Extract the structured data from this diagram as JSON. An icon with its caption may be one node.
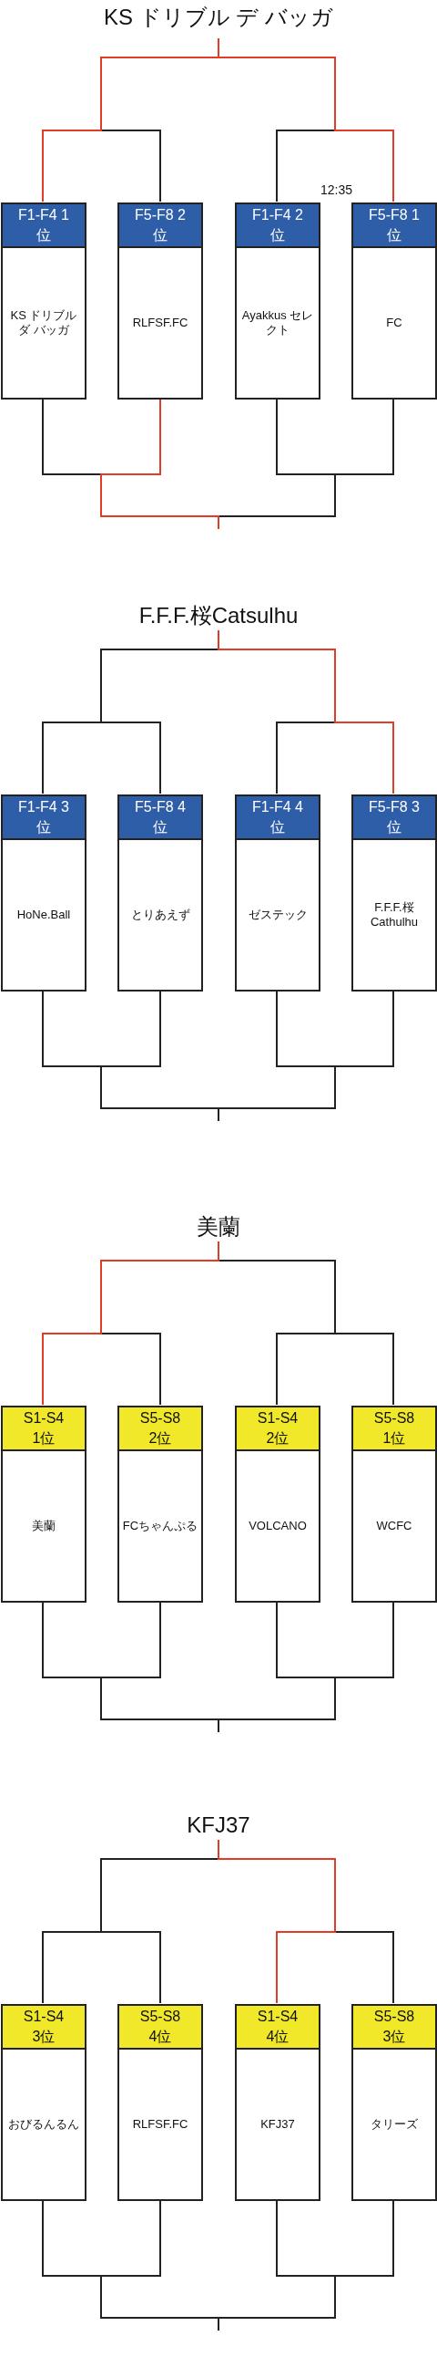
{
  "diagram": {
    "nodes": [
      {
        "text": [
          "KS ドリブル デ バッガ"
        ]
      },
      {
        "text": [
          "F1-F4 1位",
          "KS ドリブルダ バッガ"
        ]
      },
      {
        "text": [
          "F5-F8 2位",
          "RLFSF.FC"
        ]
      },
      {
        "text": [
          "F1-F4 2位",
          "Ayakkus セレクト"
        ]
      },
      {
        "text": [
          "F5-F8 1位",
          "FC"
        ]
      },
      {
        "text": [
          "F.F.F.桜Catsulhu"
        ]
      },
      {
        "text": [
          "F1-F4 3位",
          "HoNe.Ball"
        ]
      },
      {
        "text": [
          "F5-F8 4位",
          "とりあえず"
        ]
      },
      {
        "text": [
          "F1-F4 4位",
          "ゼステック"
        ]
      },
      {
        "text": [
          "F5-F8 3位",
          "F.F.F.桜 Cathulhu"
        ]
      },
      {
        "text": [
          "美蘭"
        ]
      },
      {
        "text": [
          "S1-S4 1位",
          "美蘭"
        ]
      },
      {
        "text": [
          "S5-S8 2位",
          "FCちゃんぷる"
        ]
      },
      {
        "text": [
          "S1-S4 2位",
          "VOLCANO"
        ]
      },
      {
        "text": [
          "S5-S8 1位",
          "WCFC"
        ]
      },
      {
        "text": [
          "KFJ37"
        ]
      },
      {
        "text": [
          "S1-S4 3位",
          "おびるんるん"
        ]
      },
      {
        "text": [
          "S5-S8 4位",
          "RLFSF.FC"
        ]
      },
      {
        "text": [
          "S1-S4 4位",
          "KFJ37"
        ]
      },
      {
        "text": [
          "S5-S8 3位",
          "タリーズ"
        ]
      }
    ],
    "edges": [
      {
        "from": 0,
        "to": 1,
        "arrow": "none",
        "color": "#e03c28"
      },
      {
        "from": 0,
        "to": 2,
        "arrow": "none"
      },
      {
        "from": 0,
        "to": 3,
        "arrow": "none"
      },
      {
        "from": 0,
        "to": 4,
        "arrow": "none",
        "color": "#e03c28"
      },
      {
        "from": 1,
        "to": null,
        "arrow": "none"
      },
      {
        "from": 2,
        "to": null,
        "arrow": "none",
        "color": "#e03c28"
      },
      {
        "from": 3,
        "to": null,
        "arrow": "none"
      },
      {
        "from": 4,
        "to": null,
        "arrow": "none"
      },
      {
        "from": 5,
        "to": 6,
        "arrow": "none"
      },
      {
        "from": 5,
        "to": 7,
        "arrow": "none"
      },
      {
        "from": 5,
        "to": 8,
        "arrow": "none"
      },
      {
        "from": 5,
        "to": 9,
        "arrow": "none",
        "color": "#e03c28"
      },
      {
        "from": 6,
        "to": null,
        "arrow": "none"
      },
      {
        "from": 7,
        "to": null,
        "arrow": "none"
      },
      {
        "from": 8,
        "to": null,
        "arrow": "none"
      },
      {
        "from": 9,
        "to": null,
        "arrow": "none"
      },
      {
        "from": 10,
        "to": 11,
        "arrow": "none",
        "color": "#e03c28"
      },
      {
        "from": 10,
        "to": 12,
        "arrow": "none"
      },
      {
        "from": 10,
        "to": 13,
        "arrow": "none"
      },
      {
        "from": 10,
        "to": 14,
        "arrow": "none"
      },
      {
        "from": 11,
        "to": null,
        "arrow": "none"
      },
      {
        "from": 12,
        "to": null,
        "arrow": "none"
      },
      {
        "from": 13,
        "to": null,
        "arrow": "none"
      },
      {
        "from": 14,
        "to": null,
        "arrow": "none"
      },
      {
        "from": 15,
        "to": 16,
        "arrow": "none"
      },
      {
        "from": 15,
        "to": 17,
        "arrow": "none"
      },
      {
        "from": 15,
        "to": 18,
        "arrow": "none",
        "color": "#e03c28"
      },
      {
        "from": 15,
        "to": 19,
        "arrow": "none"
      },
      {
        "from": 16,
        "to": null,
        "arrow": "none"
      },
      {
        "from": 17,
        "to": null,
        "arrow": "none"
      },
      {
        "from": 18,
        "to": null,
        "arrow": "none"
      },
      {
        "from": 19,
        "to": null,
        "arrow": "none"
      }
    ],
    "labels": [
      "12:35"
    ]
  }
}
